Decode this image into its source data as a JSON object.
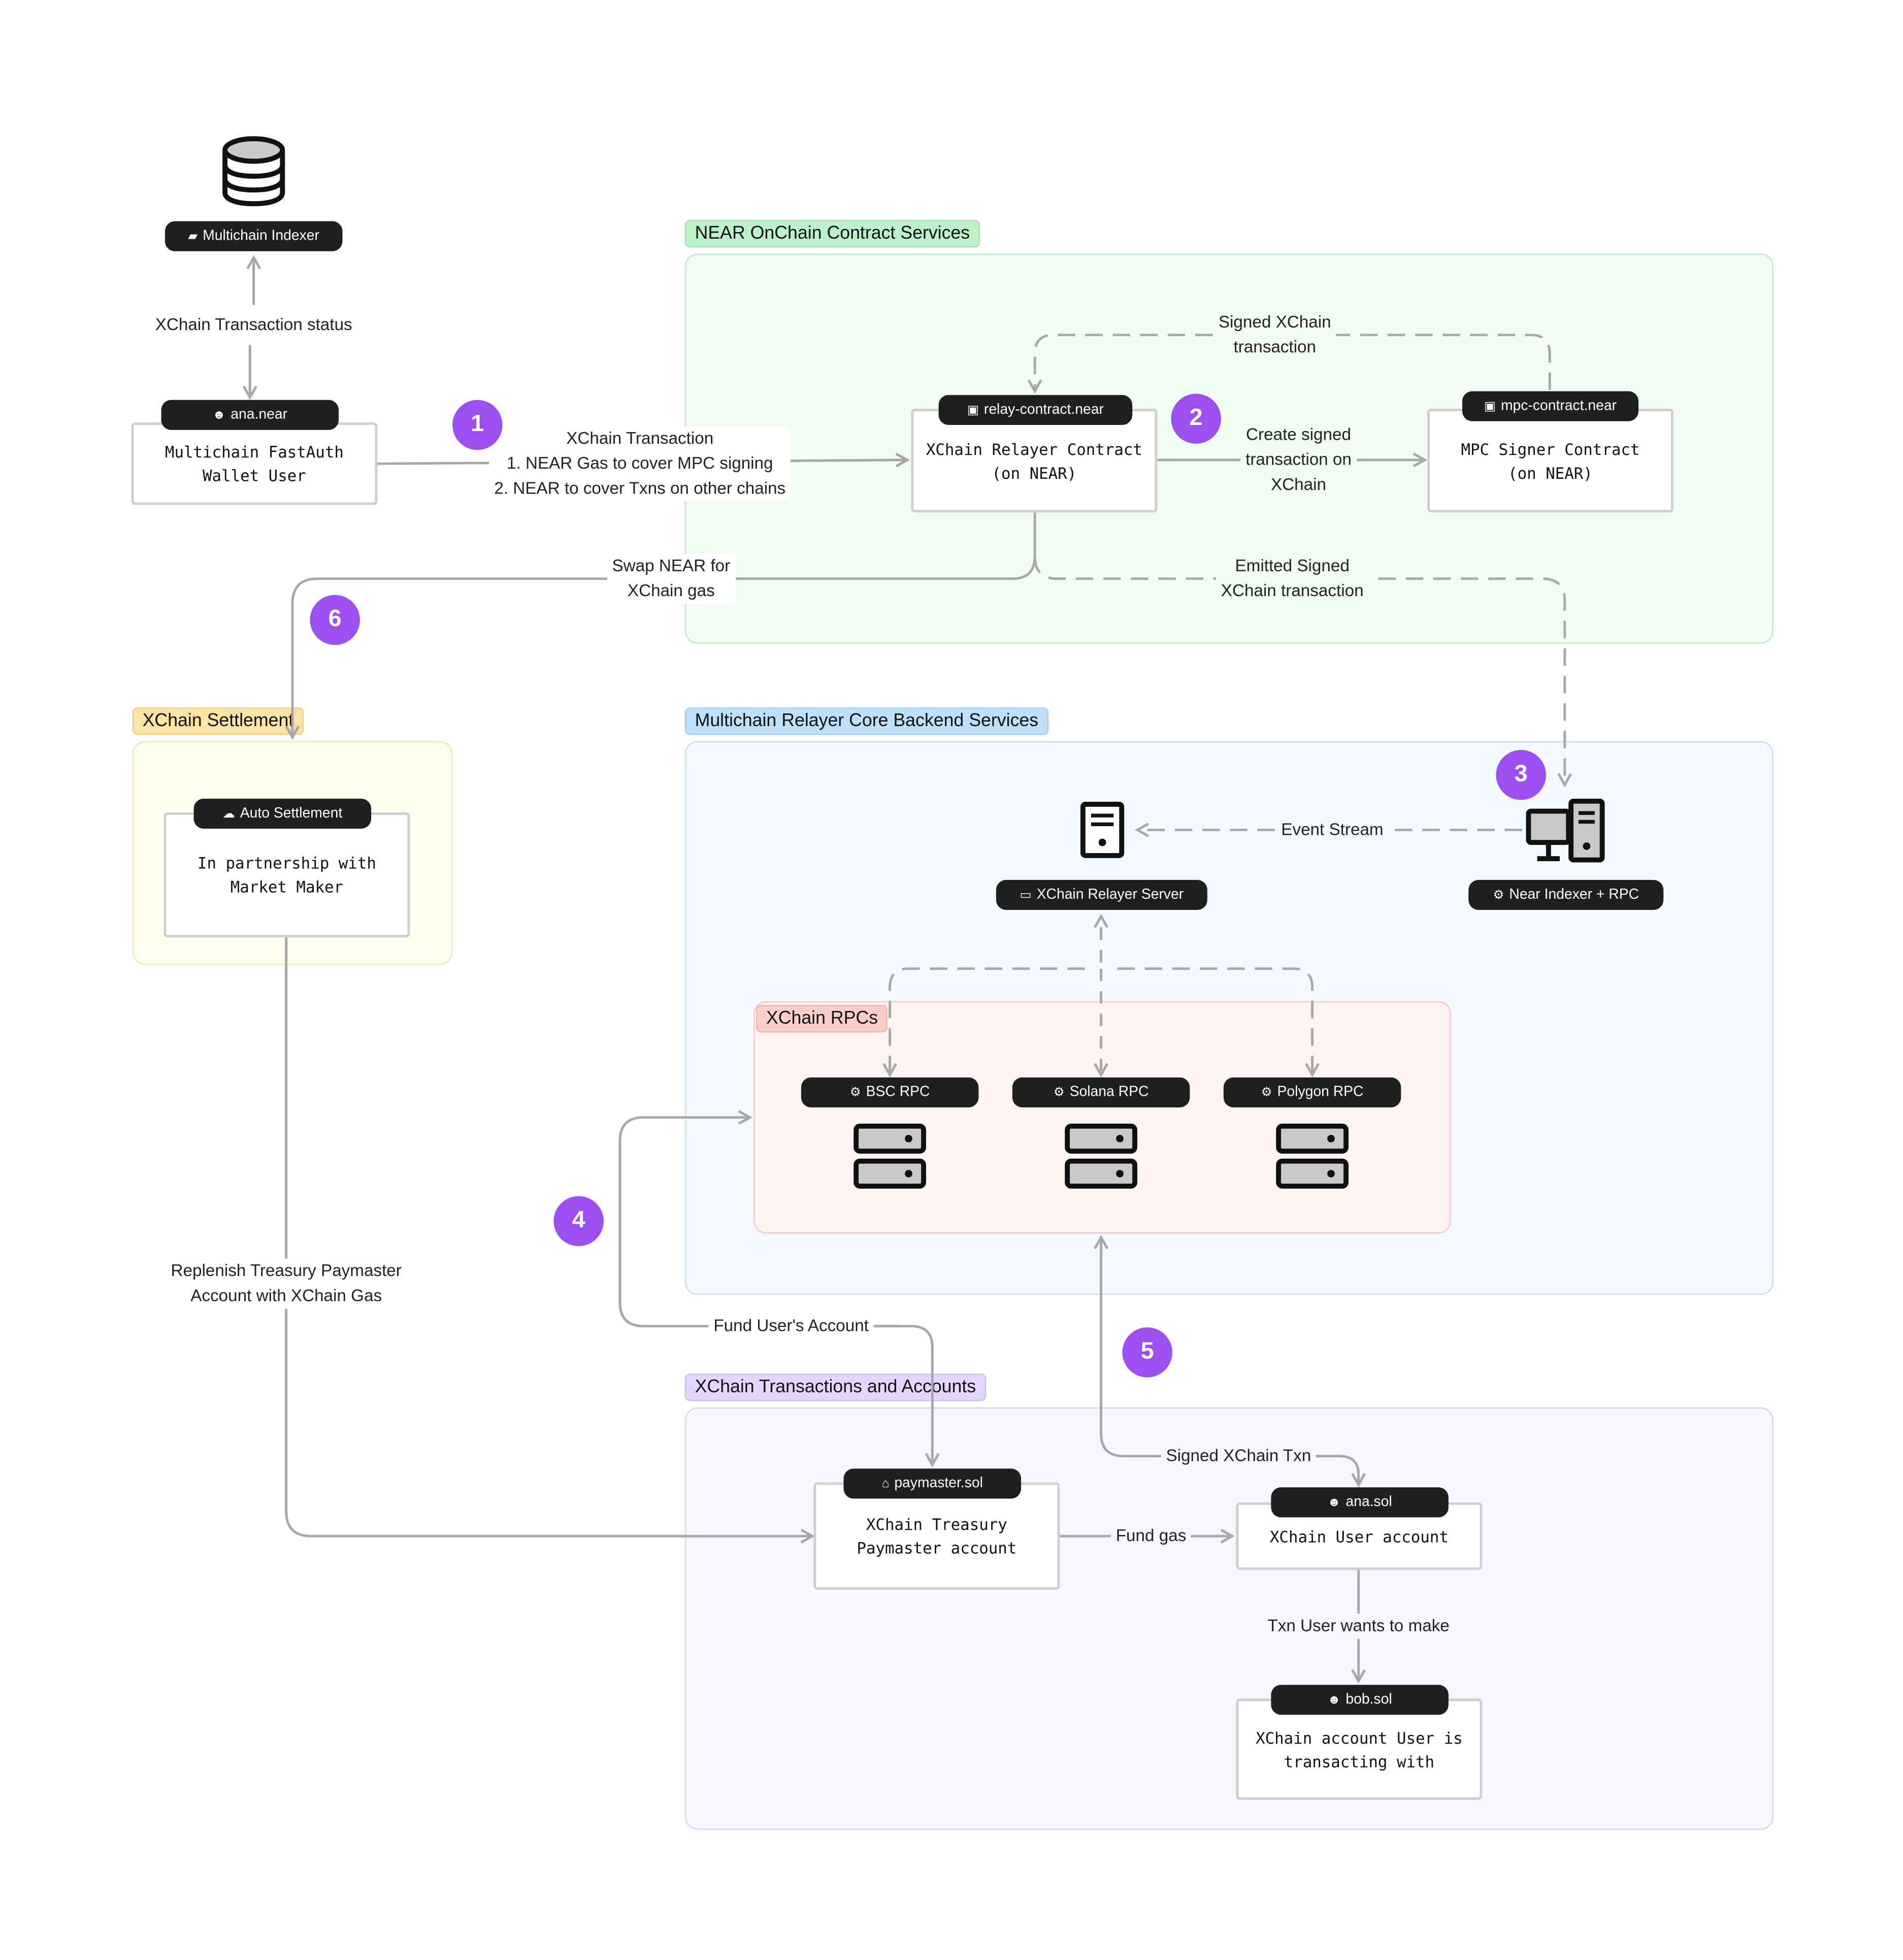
{
  "groups": {
    "near_onchain": "NEAR OnChain Contract Services",
    "core_backend": "Multichain Relayer Core Backend Services",
    "xchain_rpcs": "XChain RPCs",
    "settlement": "XChain Settlement",
    "tx_accounts": "XChain Transactions and Accounts"
  },
  "nodes": {
    "indexer": {
      "tag": "Multichain Indexer",
      "tag_icon": "folder-icon"
    },
    "user": {
      "tag": "ana.near",
      "tag_icon": "face-icon",
      "body": "Multichain FastAuth\nWallet User"
    },
    "relayer_contract": {
      "tag": "relay-contract.near",
      "tag_icon": "package-icon",
      "body": "XChain Relayer Contract\n(on NEAR)"
    },
    "mpc": {
      "tag": "mpc-contract.near",
      "tag_icon": "package-icon",
      "body": "MPC Signer Contract\n(on NEAR)"
    },
    "relayer_server": {
      "tag": "XChain Relayer Server",
      "tag_icon": "monitor-icon"
    },
    "near_indexer": {
      "tag": "Near Indexer + RPC",
      "tag_icon": "gear-icon"
    },
    "bsc": {
      "tag": "BSC RPC",
      "tag_icon": "gear-icon"
    },
    "solana": {
      "tag": "Solana RPC",
      "tag_icon": "gear-icon"
    },
    "polygon": {
      "tag": "Polygon RPC",
      "tag_icon": "gear-icon"
    },
    "settlement": {
      "tag": "Auto Settlement",
      "tag_icon": "cloud-icon",
      "body": "In partnership with\nMarket Maker"
    },
    "paymaster": {
      "tag": "paymaster.sol",
      "tag_icon": "bank-icon",
      "body": "XChain Treasury\nPaymaster account"
    },
    "ana_sol": {
      "tag": "ana.sol",
      "tag_icon": "face-icon",
      "body": "XChain User account"
    },
    "bob_sol": {
      "tag": "bob.sol",
      "tag_icon": "face-icon",
      "body": "XChain account User is\ntransacting with"
    }
  },
  "edges": {
    "tx_status": "XChain Transaction status",
    "xchain_tx": "XChain Transaction\n1. NEAR Gas to cover MPC signing\n2. NEAR to cover Txns on other chains",
    "signed_tx": "Signed XChain\ntransaction",
    "create_signed": "Create signed\ntransaction on\nXChain",
    "emitted_signed": "Emitted Signed\nXChain transaction",
    "swap_near": "Swap NEAR for\nXChain gas",
    "event_stream": "Event Stream",
    "replenish": "Replenish Treasury Paymaster\nAccount with XChain Gas",
    "fund_user": "Fund User's Account",
    "signed_txn": "Signed XChain Txn",
    "fund_gas": "Fund gas",
    "txn_wants": "Txn User wants to make"
  },
  "badges": [
    "1",
    "2",
    "3",
    "4",
    "5",
    "6"
  ],
  "colors": {
    "green_bg": "#f1fcf3",
    "green_border": "#bfe8c8",
    "green_label": "#bdf1c9",
    "blue_bg": "#f3f9fe",
    "blue_border": "#c6def3",
    "blue_label": "#bfe0fb",
    "red_bg": "#fdf4f2",
    "red_border": "#f4c9c3",
    "red_label": "#f9cfc9",
    "yellow_bg": "#fffdf0",
    "yellow_border": "#f3e7b3",
    "yellow_label": "#fbe3a3",
    "purple_bg": "#f8f6fd",
    "purple_border": "#dcd3f2",
    "purple_label": "#e3d7fb",
    "badge": "#9b4ff0",
    "pill": "#1f1f1f",
    "wire": "#a8a8a8"
  }
}
